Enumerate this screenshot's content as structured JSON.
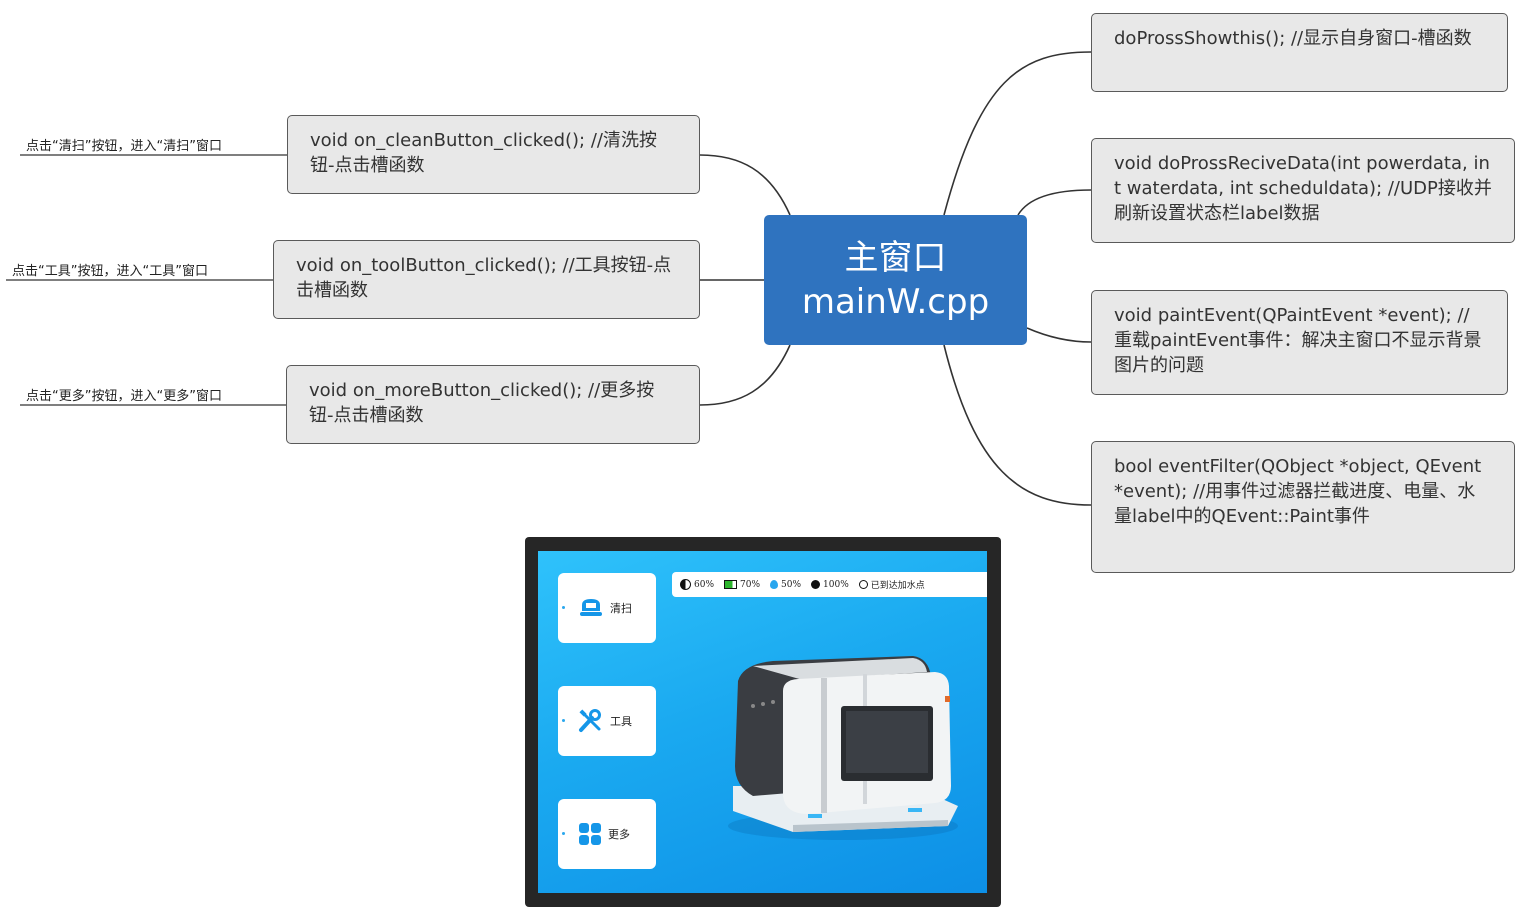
{
  "central": {
    "line1": "主窗口",
    "line2": "mainW.cpp",
    "color": "#2f73bf"
  },
  "left_nodes": [
    {
      "text": "void on_cleanButton_clicked(); //清洗按钮-点击槽函数",
      "note": "点击“清扫”按钮，进入“清扫”窗口"
    },
    {
      "text": "void on_toolButton_clicked(); //工具按钮-点击槽函数",
      "note": "点击“工具”按钮，进入“工具”窗口"
    },
    {
      "text": "void on_moreButton_clicked(); //更多按钮-点击槽函数",
      "note": "点击“更多”按钮，进入“更多”窗口"
    }
  ],
  "right_nodes": [
    {
      "text": "doProssShowthis(); //显示自身窗口-槽函数"
    },
    {
      "text": "void doProssReciveData(int powerdata, int waterdata, int scheduldata); //UDP接收并刷新设置状态栏label数据"
    },
    {
      "text": "void paintEvent(QPaintEvent *event); //重载paintEvent事件：解决主窗口不显示背景图片的问题"
    },
    {
      "text": "bool eventFilter(QObject *object, QEvent *event); //用事件过滤器拦截进度、电量、水量label中的QEvent::Paint事件"
    }
  ],
  "device_ui": {
    "status": [
      {
        "icon": "progress-icon",
        "value": "60%"
      },
      {
        "icon": "battery-icon",
        "value": "70%"
      },
      {
        "icon": "water-drop-icon",
        "value": "50%"
      },
      {
        "icon": "clock-icon",
        "value": "100%"
      },
      {
        "icon": "compass-icon",
        "value": "已到达加水点"
      }
    ],
    "buttons": [
      {
        "icon": "robot-icon",
        "label": "清扫"
      },
      {
        "icon": "tools-icon",
        "label": "工具"
      },
      {
        "icon": "grid-icon",
        "label": "更多"
      }
    ],
    "screen_color": "#1aa9f0"
  }
}
